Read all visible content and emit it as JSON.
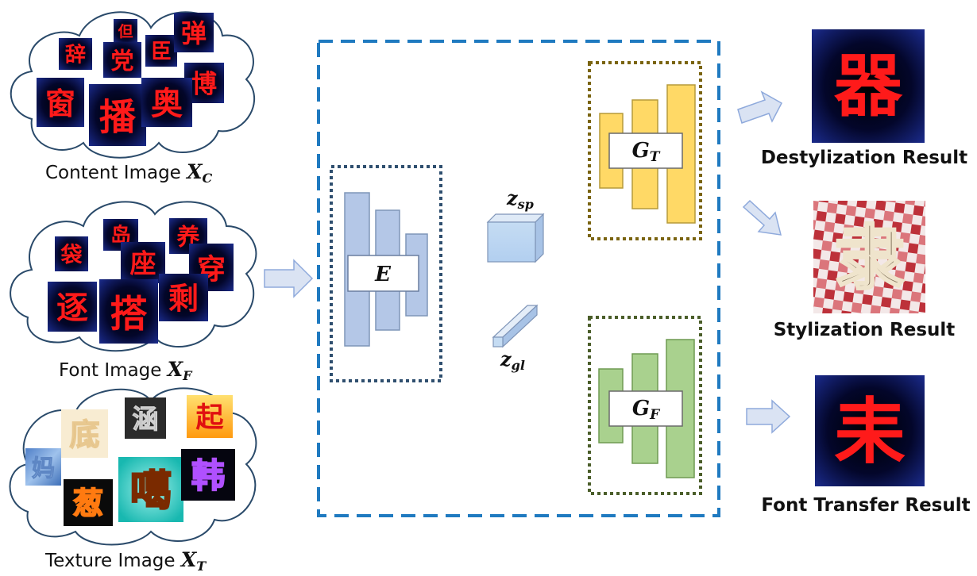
{
  "inputs": {
    "content": {
      "label": "Content Image ",
      "symbol": "X",
      "subscript": "C",
      "chars": [
        "辞",
        "但",
        "党",
        "臣",
        "弹",
        "博",
        "窗",
        "播",
        "奥"
      ]
    },
    "font": {
      "label": "Font Image ",
      "symbol": "X",
      "subscript": "F",
      "chars": [
        "岛",
        "养",
        "袋",
        "座",
        "穿",
        "逐",
        "搭",
        "剩"
      ]
    },
    "texture": {
      "label": "Texture Image ",
      "symbol": "X",
      "subscript": "T",
      "chars": [
        "底",
        "涵",
        "起",
        "妈",
        "噶",
        "韩",
        "葱"
      ]
    }
  },
  "network": {
    "encoder": {
      "symbol": "E"
    },
    "texture_generator": {
      "symbol": "G",
      "subscript": "T"
    },
    "font_generator": {
      "symbol": "G",
      "subscript": "F"
    },
    "z_sp": {
      "symbol": "z",
      "subscript": "sp"
    },
    "z_gl": {
      "symbol": "z",
      "subscript": "gl"
    }
  },
  "outputs": {
    "destylization": {
      "label": "Destylization Result",
      "char": "器"
    },
    "stylization": {
      "label": "Stylization Result",
      "char": "隶"
    },
    "font_transfer": {
      "label": "Font Transfer Result",
      "char": "耒"
    }
  },
  "colors": {
    "dark_bg": "#0b1450",
    "char_red": "#ff1a1a",
    "dashed_main": "#1f7ac0",
    "encoder_dots": "#2f4f6f",
    "gt_dots": "#7a6410",
    "gf_dots": "#4b5e2a",
    "encoder_bar": "#b4c7e7",
    "gt_bar": "#ffd966",
    "gf_bar": "#a9d18e",
    "arrow_fill": "#dae3f3",
    "arrow_stroke": "#8faadc",
    "cloud_stroke": "#2a4a6a"
  }
}
